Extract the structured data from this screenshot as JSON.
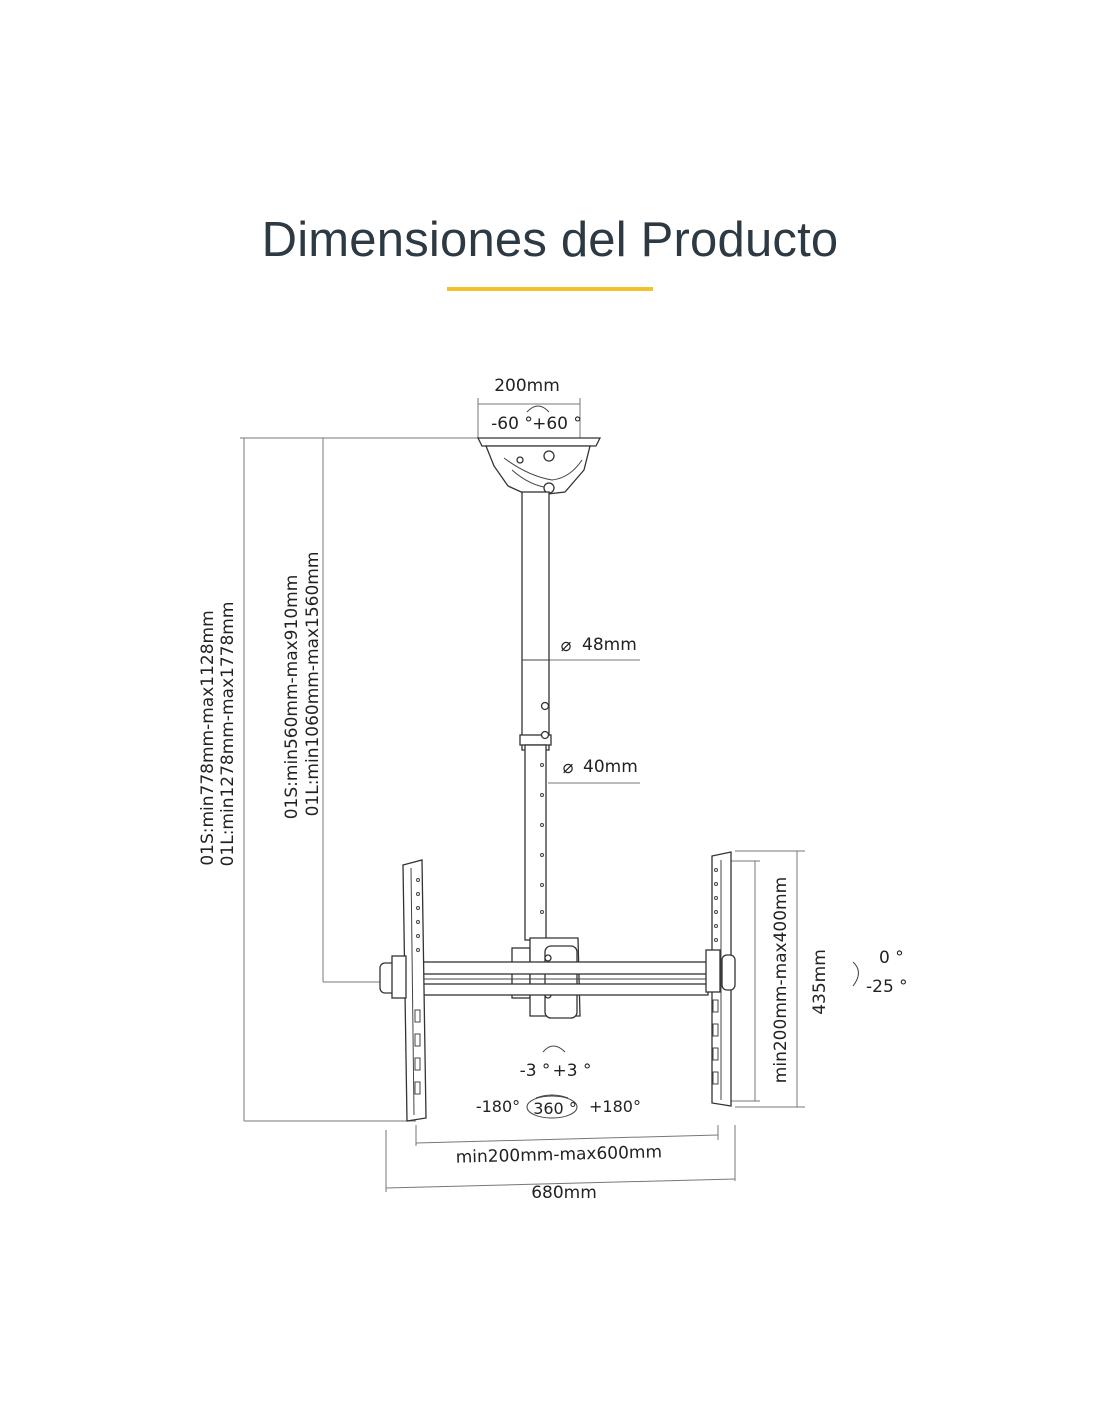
{
  "title": "Dimensiones del Producto",
  "colors": {
    "accent": "#f2c12e",
    "title": "#2d3a44",
    "line": "#333333"
  },
  "labels": {
    "top_width": "200mm",
    "tilt_left": "-60 °",
    "tilt_right": "+60 °",
    "pole_upper_dia": "48mm",
    "pole_lower_dia": "40mm",
    "height_total_s": "01S:min778mm-max1128mm",
    "height_total_l": "01L:min1278mm-max1778mm",
    "height_pole_s": "01S:min560mm-max910mm",
    "height_pole_l": "01L:min1060mm-max1560mm",
    "bracket_vertical": "min200mm-max400mm",
    "bracket_height": "435mm",
    "tilt_top": "0 °",
    "tilt_bottom": "-25 °",
    "swivel_left": "-3 °",
    "swivel_right": "+3 °",
    "rot_left": "-180°",
    "rot_center": "360 °",
    "rot_right": "+180°",
    "bracket_spacing": "min200mm-max600mm",
    "total_width": "680mm",
    "diameter_symbol": "⌀"
  }
}
